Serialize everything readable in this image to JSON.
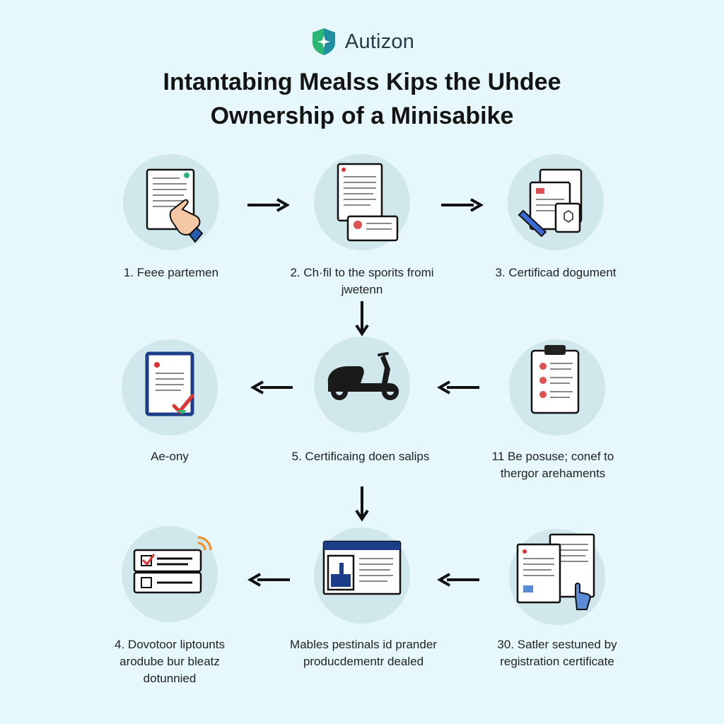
{
  "brand": {
    "name": "Autizon",
    "logo_icon": "shield-logo-icon",
    "logo_color": "#2bb673"
  },
  "title": {
    "line1": "Intantabing Mealss Kips the Uhdee",
    "line2": "Ownership of a Minisabike"
  },
  "steps": [
    {
      "icon": "document-hand-icon",
      "lines": [
        "1. Feee partemen"
      ]
    },
    {
      "icon": "documents-stack-icon",
      "lines": [
        "2. Ch·fil to the sporits fromi",
        "jwetenn"
      ]
    },
    {
      "icon": "certificate-pen-icon",
      "lines": [
        "3. Certificad dogument"
      ]
    },
    {
      "icon": "checked-document-icon",
      "lines": [
        "Ae-ony"
      ]
    },
    {
      "icon": "scooter-icon",
      "lines": [
        "5. Certificaing doen salips"
      ]
    },
    {
      "icon": "clipboard-icon",
      "lines": [
        "11 Be posuse; conef to",
        "thergor arehaments"
      ]
    },
    {
      "icon": "checkbox-form-icon",
      "lines": [
        "4. Dovotoor liptounts",
        "arodube bur bleatz",
        "dotunnied"
      ]
    },
    {
      "icon": "browser-window-icon",
      "lines": [
        "Mables pestinals id prander",
        "producdementr dealed"
      ]
    },
    {
      "icon": "signed-certificate-icon",
      "lines": [
        "30. Satler sestuned by",
        "registration certificate"
      ]
    }
  ]
}
